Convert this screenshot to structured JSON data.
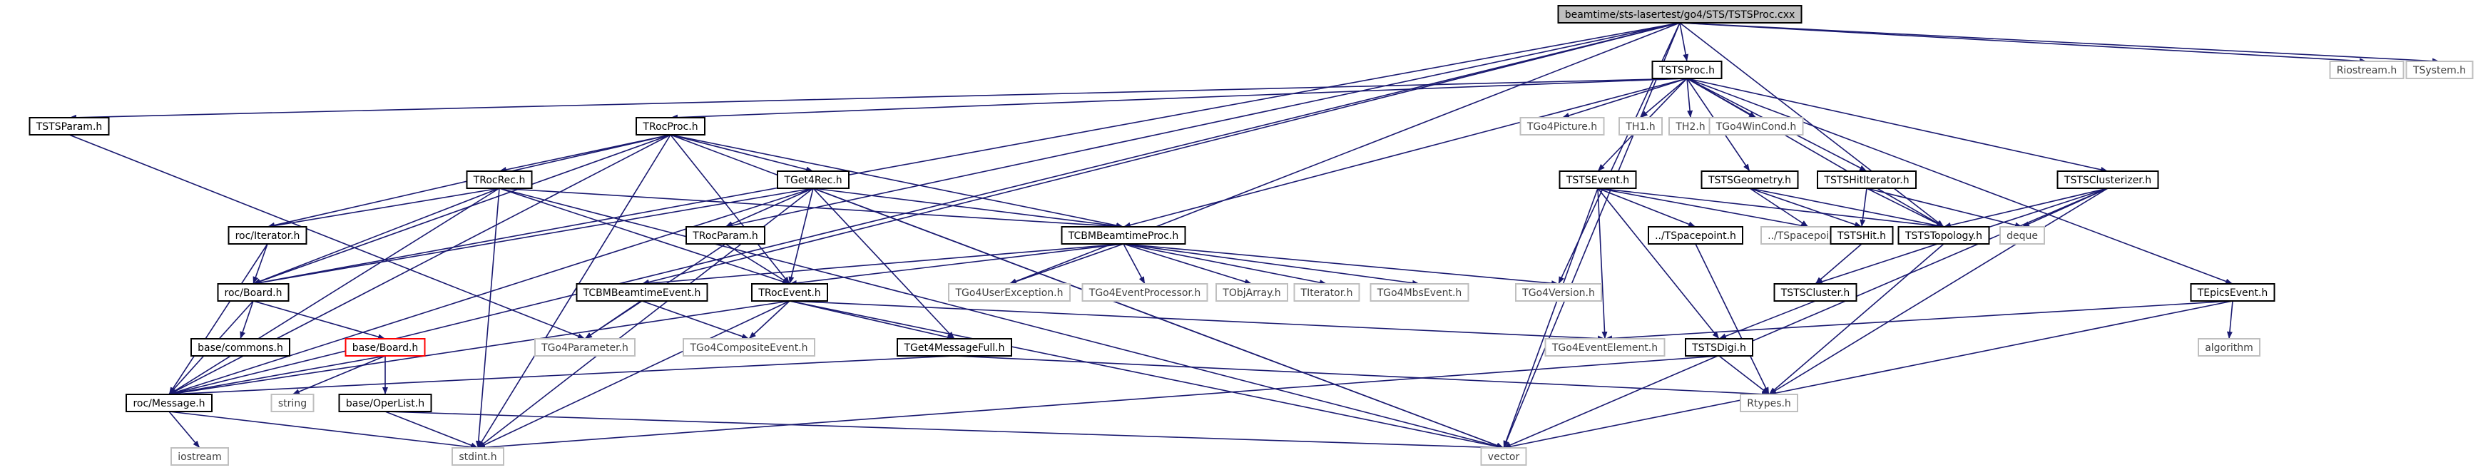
{
  "graph": {
    "root": "beamtime/sts-lasertest/go4/STS/TSTSProc.cxx",
    "nodes": [
      {
        "id": "root",
        "label": "beamtime/sts-lasertest/go4/STS/TSTSProc.cxx",
        "kind": "root"
      },
      {
        "id": "tstsproc_h",
        "label": "TSTSProc.h",
        "kind": "doc"
      },
      {
        "id": "riostream",
        "label": "Riostream.h",
        "kind": "ext"
      },
      {
        "id": "tsystem",
        "label": "TSystem.h",
        "kind": "ext"
      },
      {
        "id": "tstsparam",
        "label": "TSTSParam.h",
        "kind": "doc"
      },
      {
        "id": "trocproc",
        "label": "TRocProc.h",
        "kind": "doc"
      },
      {
        "id": "tgo4picture",
        "label": "TGo4Picture.h",
        "kind": "ext"
      },
      {
        "id": "th1",
        "label": "TH1.h",
        "kind": "ext"
      },
      {
        "id": "th2",
        "label": "TH2.h",
        "kind": "ext"
      },
      {
        "id": "tgo4wincond",
        "label": "TGo4WinCond.h",
        "kind": "ext"
      },
      {
        "id": "tstsevent",
        "label": "TSTSEvent.h",
        "kind": "doc"
      },
      {
        "id": "tstsgeometry",
        "label": "TSTSGeometry.h",
        "kind": "doc"
      },
      {
        "id": "tstshititerator",
        "label": "TSTSHitIterator.h",
        "kind": "doc"
      },
      {
        "id": "tstsclusterizer",
        "label": "TSTSClusterizer.h",
        "kind": "doc"
      },
      {
        "id": "troc_rec",
        "label": "TRocRec.h",
        "kind": "doc"
      },
      {
        "id": "tget4rec",
        "label": "TGet4Rec.h",
        "kind": "doc"
      },
      {
        "id": "roc_iterator",
        "label": "roc/Iterator.h",
        "kind": "doc"
      },
      {
        "id": "troc_param",
        "label": "TRocParam.h",
        "kind": "doc"
      },
      {
        "id": "tcbm_proc",
        "label": "TCBMBeamtimeProc.h",
        "kind": "doc"
      },
      {
        "id": "tspacepoint_a",
        "label": "../TSpacepoint.h",
        "kind": "doc"
      },
      {
        "id": "tspacepoint_b",
        "label": "../TSpacepoint.h",
        "kind": "ext"
      },
      {
        "id": "tstshit",
        "label": "TSTSHit.h",
        "kind": "doc"
      },
      {
        "id": "tststopology",
        "label": "TSTSTopology.h",
        "kind": "doc"
      },
      {
        "id": "deque",
        "label": "deque",
        "kind": "ext"
      },
      {
        "id": "roc_board",
        "label": "roc/Board.h",
        "kind": "doc"
      },
      {
        "id": "troc_event",
        "label": "TRocEvent.h",
        "kind": "doc"
      },
      {
        "id": "tcbm_event",
        "label": "TCBMBeamtimeEvent.h",
        "kind": "doc"
      },
      {
        "id": "tgo4userexc",
        "label": "TGo4UserException.h",
        "kind": "ext"
      },
      {
        "id": "tgo4eventproc",
        "label": "TGo4EventProcessor.h",
        "kind": "ext"
      },
      {
        "id": "tobjarray",
        "label": "TObjArray.h",
        "kind": "ext"
      },
      {
        "id": "titerator",
        "label": "TIterator.h",
        "kind": "ext"
      },
      {
        "id": "tgo4mbsevent",
        "label": "TGo4MbsEvent.h",
        "kind": "ext"
      },
      {
        "id": "tgo4version",
        "label": "TGo4Version.h",
        "kind": "ext"
      },
      {
        "id": "tstscluster",
        "label": "TSTSCluster.h",
        "kind": "doc"
      },
      {
        "id": "tepicsevent",
        "label": "TEpicsEvent.h",
        "kind": "doc"
      },
      {
        "id": "base_commons",
        "label": "base/commons.h",
        "kind": "doc"
      },
      {
        "id": "tgo4parameter",
        "label": "TGo4Parameter.h",
        "kind": "ext"
      },
      {
        "id": "tgo4composite",
        "label": "TGo4CompositeEvent.h",
        "kind": "ext"
      },
      {
        "id": "tget4msgfull",
        "label": "TGet4MessageFull.h",
        "kind": "doc"
      },
      {
        "id": "tgo4eventelem",
        "label": "TGo4EventElement.h",
        "kind": "ext"
      },
      {
        "id": "tstsdigi",
        "label": "TSTSDigi.h",
        "kind": "doc"
      },
      {
        "id": "algorithm",
        "label": "algorithm",
        "kind": "ext"
      },
      {
        "id": "base_board",
        "label": "base/Board.h",
        "kind": "err"
      },
      {
        "id": "roc_message",
        "label": "roc/Message.h",
        "kind": "doc"
      },
      {
        "id": "string",
        "label": "string",
        "kind": "ext"
      },
      {
        "id": "base_operlist",
        "label": "base/OperList.h",
        "kind": "doc"
      },
      {
        "id": "rtypes",
        "label": "Rtypes.h",
        "kind": "ext"
      },
      {
        "id": "iostream",
        "label": "iostream",
        "kind": "ext"
      },
      {
        "id": "stdint",
        "label": "stdint.h",
        "kind": "ext"
      },
      {
        "id": "vector",
        "label": "vector",
        "kind": "ext"
      }
    ],
    "edges": [
      [
        "root",
        "tstsproc_h"
      ],
      [
        "root",
        "riostream"
      ],
      [
        "root",
        "tsystem"
      ],
      [
        "root",
        "roc_message"
      ],
      [
        "root",
        "roc_board"
      ],
      [
        "root",
        "tcbm_event"
      ],
      [
        "root",
        "troc_param"
      ],
      [
        "root",
        "tgo4userexc"
      ],
      [
        "root",
        "tststopology"
      ],
      [
        "root",
        "tgo4version"
      ],
      [
        "root",
        "vector"
      ],
      [
        "tstsproc_h",
        "tstsparam"
      ],
      [
        "tstsproc_h",
        "trocproc"
      ],
      [
        "tstsproc_h",
        "tgo4picture"
      ],
      [
        "tstsproc_h",
        "th1"
      ],
      [
        "tstsproc_h",
        "th2"
      ],
      [
        "tstsproc_h",
        "tgo4wincond"
      ],
      [
        "tstsproc_h",
        "tstsevent"
      ],
      [
        "tstsproc_h",
        "tstsgeometry"
      ],
      [
        "tstsproc_h",
        "tstshititerator"
      ],
      [
        "tstsproc_h",
        "tstsclusterizer"
      ],
      [
        "tstsproc_h",
        "tepicsevent"
      ],
      [
        "tstsproc_h",
        "tcbm_proc"
      ],
      [
        "tstsproc_h",
        "tststopology"
      ],
      [
        "tstsparam",
        "tgo4parameter"
      ],
      [
        "trocproc",
        "troc_rec"
      ],
      [
        "trocproc",
        "tget4rec"
      ],
      [
        "trocproc",
        "roc_iterator"
      ],
      [
        "trocproc",
        "roc_board"
      ],
      [
        "trocproc",
        "troc_event"
      ],
      [
        "trocproc",
        "tcbm_proc"
      ],
      [
        "trocproc",
        "roc_message"
      ],
      [
        "trocproc",
        "stdint"
      ],
      [
        "trocproc",
        "vector"
      ],
      [
        "troc_rec",
        "roc_iterator"
      ],
      [
        "troc_rec",
        "roc_board"
      ],
      [
        "troc_rec",
        "troc_event"
      ],
      [
        "troc_rec",
        "tcbm_proc"
      ],
      [
        "troc_rec",
        "roc_message"
      ],
      [
        "troc_rec",
        "stdint"
      ],
      [
        "troc_rec",
        "vector"
      ],
      [
        "tget4rec",
        "troc_param"
      ],
      [
        "tget4rec",
        "troc_event"
      ],
      [
        "tget4rec",
        "tcbm_proc"
      ],
      [
        "tget4rec",
        "tget4msgfull"
      ],
      [
        "tget4rec",
        "roc_board"
      ],
      [
        "tget4rec",
        "roc_message"
      ],
      [
        "tget4rec",
        "stdint"
      ],
      [
        "tget4rec",
        "vector"
      ],
      [
        "roc_iterator",
        "roc_board"
      ],
      [
        "roc_iterator",
        "roc_message"
      ],
      [
        "troc_param",
        "tgo4parameter"
      ],
      [
        "troc_param",
        "troc_event"
      ],
      [
        "tcbm_proc",
        "tcbm_event"
      ],
      [
        "tcbm_proc",
        "tgo4userexc"
      ],
      [
        "tcbm_proc",
        "tgo4eventproc"
      ],
      [
        "tcbm_proc",
        "tobjarray"
      ],
      [
        "tcbm_proc",
        "titerator"
      ],
      [
        "tcbm_proc",
        "tgo4mbsevent"
      ],
      [
        "tcbm_proc",
        "tgo4version"
      ],
      [
        "tcbm_proc",
        "troc_event"
      ],
      [
        "tcbm_event",
        "tgo4parameter"
      ],
      [
        "tcbm_event",
        "tgo4composite"
      ],
      [
        "troc_event",
        "tgo4composite"
      ],
      [
        "troc_event",
        "tget4msgfull"
      ],
      [
        "troc_event",
        "tgo4eventelem"
      ],
      [
        "troc_event",
        "roc_message"
      ],
      [
        "troc_event",
        "stdint"
      ],
      [
        "troc_event",
        "vector"
      ],
      [
        "roc_board",
        "base_commons"
      ],
      [
        "roc_board",
        "base_board"
      ],
      [
        "roc_board",
        "roc_message"
      ],
      [
        "base_board",
        "base_operlist"
      ],
      [
        "base_board",
        "string"
      ],
      [
        "base_board",
        "roc_message"
      ],
      [
        "base_operlist",
        "stdint"
      ],
      [
        "base_operlist",
        "vector"
      ],
      [
        "roc_message",
        "iostream"
      ],
      [
        "roc_message",
        "stdint"
      ],
      [
        "tget4msgfull",
        "roc_message"
      ],
      [
        "tget4msgfull",
        "rtypes"
      ],
      [
        "tstsevent",
        "tspacepoint_a"
      ],
      [
        "tstsevent",
        "tspacepoint_b"
      ],
      [
        "tstsevent",
        "tststopology"
      ],
      [
        "tstsevent",
        "tstsdigi"
      ],
      [
        "tstsevent",
        "tgo4eventelem"
      ],
      [
        "tstsevent",
        "vector"
      ],
      [
        "tstsgeometry",
        "tspacepoint_b"
      ],
      [
        "tstsgeometry",
        "tstshit"
      ],
      [
        "tstsgeometry",
        "tststopology"
      ],
      [
        "tstshititerator",
        "tstshit"
      ],
      [
        "tstshititerator",
        "tststopology"
      ],
      [
        "tstshititerator",
        "deque"
      ],
      [
        "tstsclusterizer",
        "tststopology"
      ],
      [
        "tstsclusterizer",
        "deque"
      ],
      [
        "tstsclusterizer",
        "tstscluster"
      ],
      [
        "tstsclusterizer",
        "rtypes"
      ],
      [
        "tstsclusterizer",
        "vector"
      ],
      [
        "tspacepoint_a",
        "rtypes"
      ],
      [
        "tstshit",
        "tstscluster"
      ],
      [
        "tststopology",
        "rtypes"
      ],
      [
        "tstscluster",
        "tstsdigi"
      ],
      [
        "tstsdigi",
        "rtypes"
      ],
      [
        "tstsdigi",
        "stdint"
      ],
      [
        "tepicsevent",
        "tgo4eventelem"
      ],
      [
        "tepicsevent",
        "algorithm"
      ],
      [
        "tepicsevent",
        "vector"
      ]
    ]
  }
}
